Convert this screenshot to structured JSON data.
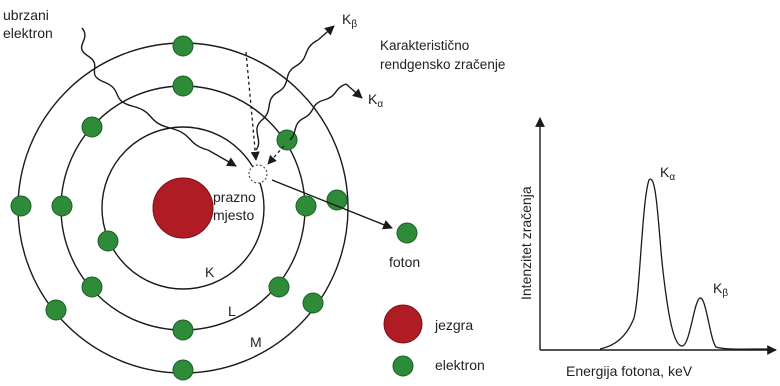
{
  "atom": {
    "label_incoming": [
      "ubrzani",
      "elektron"
    ],
    "label_characteristic": [
      "Karakteristično",
      "rendgensko zračenje"
    ],
    "k_beta": {
      "main": "K",
      "sub": "β"
    },
    "k_alpha": {
      "main": "K",
      "sub": "α"
    },
    "vacancy": [
      "prazno",
      "mjesto"
    ],
    "photon": "foton",
    "shell_k": "K",
    "shell_l": "L",
    "shell_m": "M",
    "colors": {
      "nucleus": "#b01c24",
      "electron": "#2e8b3a",
      "line": "#1a1a1a"
    }
  },
  "legend": {
    "nucleus": "jezgra",
    "electron": "elektron"
  },
  "spectrum": {
    "ylabel": "Intenzitet zračenja",
    "xlabel": "Energija fotona, keV",
    "peak_alpha": {
      "main": "K",
      "sub": "α"
    },
    "peak_beta": {
      "main": "K",
      "sub": "β"
    }
  }
}
